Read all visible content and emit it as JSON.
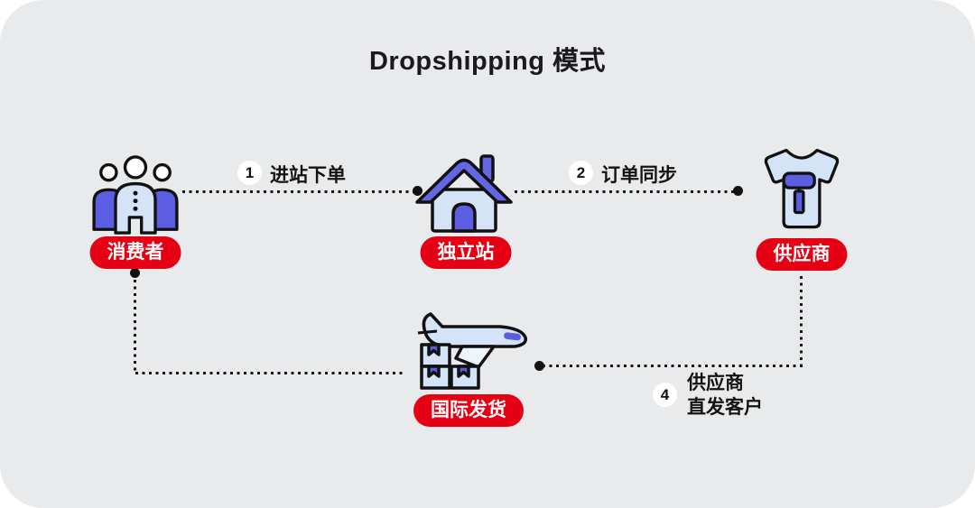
{
  "title": "Dropshipping 模式",
  "nodes": {
    "consumer": {
      "label": "消费者",
      "icon": "people-group-icon"
    },
    "store": {
      "label": "独立站",
      "icon": "house-icon"
    },
    "supplier": {
      "label": "供应商",
      "icon": "tshirt-paint-roller-icon"
    },
    "shipping": {
      "label": "国际发货",
      "icon": "airplane-parcels-icon"
    }
  },
  "steps": {
    "s1": {
      "number": "1",
      "label": "进站下单"
    },
    "s2": {
      "number": "2",
      "label": "订单同步"
    },
    "s4": {
      "number": "4",
      "line1": "供应商",
      "line2": "直发客户"
    }
  },
  "colors": {
    "panel_gray": "#e9eaec",
    "badge_red": "#e60013",
    "badge_text": "#ffffff",
    "icon_purple": "#5b5ee0",
    "icon_roof_purple": "#6467e4",
    "icon_light_blue": "#d4e3f6",
    "line_black": "#161616",
    "title_text": "#1a1a1d"
  }
}
